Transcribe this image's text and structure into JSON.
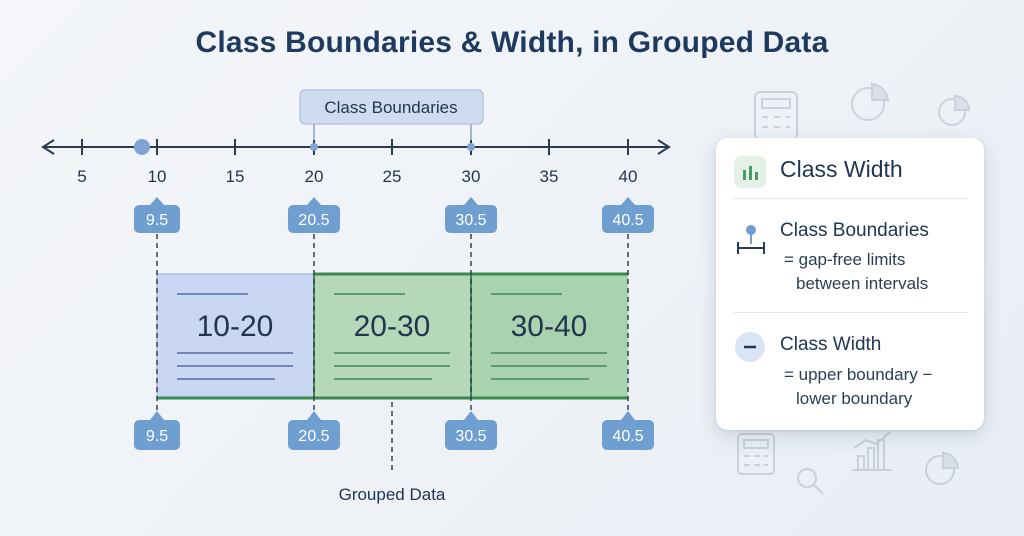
{
  "title": "Class Boundaries & Width, in Grouped Data",
  "class_boundaries_label": "Class Boundaries",
  "axis_ticks": [
    "5",
    "10",
    "15",
    "20",
    "25",
    "30",
    "35",
    "40"
  ],
  "boundary_values": [
    "9.5",
    "20.5",
    "30.5",
    "40.5"
  ],
  "classes": [
    "10-20",
    "20-30",
    "30-40"
  ],
  "grouped_data_label": "Grouped Data",
  "colors": {
    "blue_class": "#c9d7f3",
    "green_class": "#a9d3ae",
    "green_border": "#3c8a4f",
    "tag": "#6f9fd0",
    "axis": "#2a3b52"
  },
  "legend": {
    "header": "Class Width",
    "boundaries_title": "Class Boundaries",
    "boundaries_line1": "= gap-free limits",
    "boundaries_line2": "between intervals",
    "width_title": "Class Width",
    "width_line1": "= upper boundary −",
    "width_line2": "lower boundary"
  },
  "icons": [
    "calculator-icon",
    "pie-chart-icon",
    "bar-chart-icon",
    "magnifier-icon"
  ]
}
